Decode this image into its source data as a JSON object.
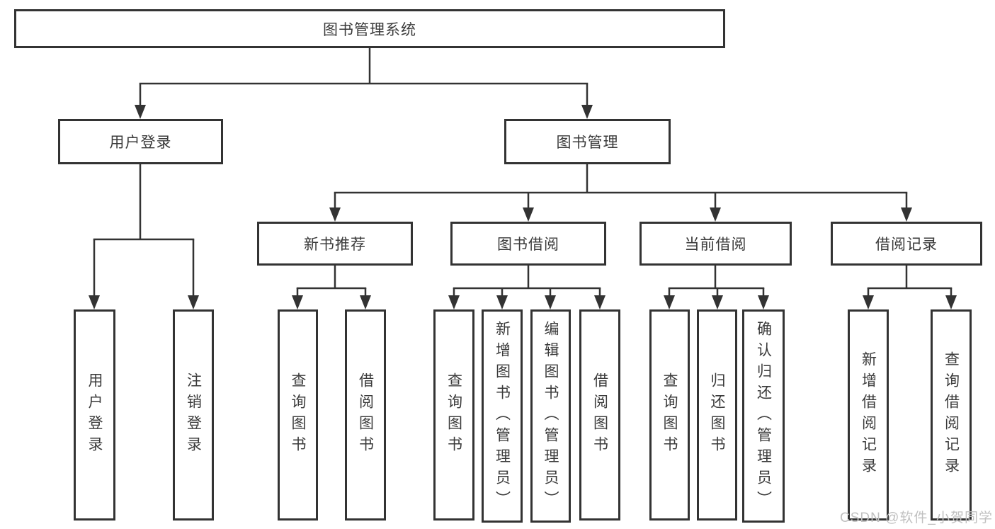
{
  "diagram": {
    "title": "图书管理系统",
    "root": {
      "label": "图书管理系统"
    },
    "level2": [
      {
        "label": "用户登录"
      },
      {
        "label": "图书管理"
      }
    ],
    "level3": [
      {
        "label": "新书推荐"
      },
      {
        "label": "图书借阅"
      },
      {
        "label": "当前借阅"
      },
      {
        "label": "借阅记录"
      }
    ],
    "leaves": {
      "user_login": [
        "用户登录",
        "注销登录"
      ],
      "new_book": [
        "查询图书",
        "借阅图书"
      ],
      "book_borrow": [
        "查询图书",
        "新增图书（管理员）",
        "编辑图书（管理员）",
        "借阅图书"
      ],
      "current_borrow": [
        "查询图书",
        "归还图书",
        "确认归还（管理员）"
      ],
      "borrow_record": [
        "新增借阅记录",
        "查询借阅记录"
      ]
    },
    "watermark": "CSDN @软件_小贺同学",
    "colors": {
      "line": "#333333",
      "text": "#3a3a3a",
      "watermark": "#c0c0c0",
      "background": "#ffffff"
    }
  }
}
